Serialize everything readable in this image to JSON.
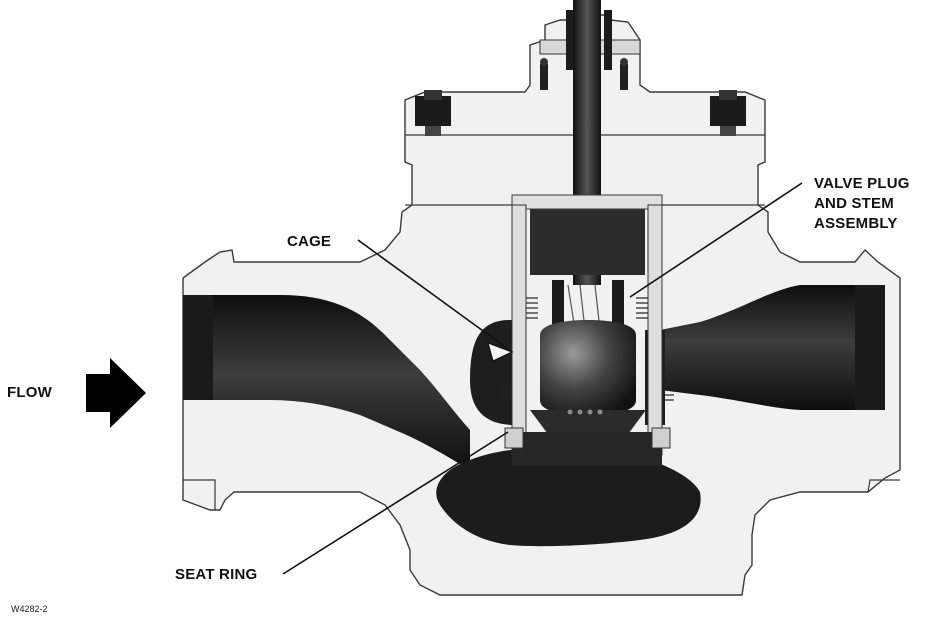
{
  "labels": {
    "flow": "FLOW",
    "cage": "CAGE",
    "valve_plug": [
      "VALVE PLUG",
      "AND STEM",
      "ASSEMBLY"
    ],
    "seat_ring": "SEAT RING"
  },
  "figure_code": "W4282-2",
  "colors": {
    "body_fill": "#f1f1f1",
    "outline": "#3a3a3a",
    "flow_passage": "#1f1f1f",
    "trim_dark": "#2c2c2c",
    "arrow": "#000000"
  }
}
